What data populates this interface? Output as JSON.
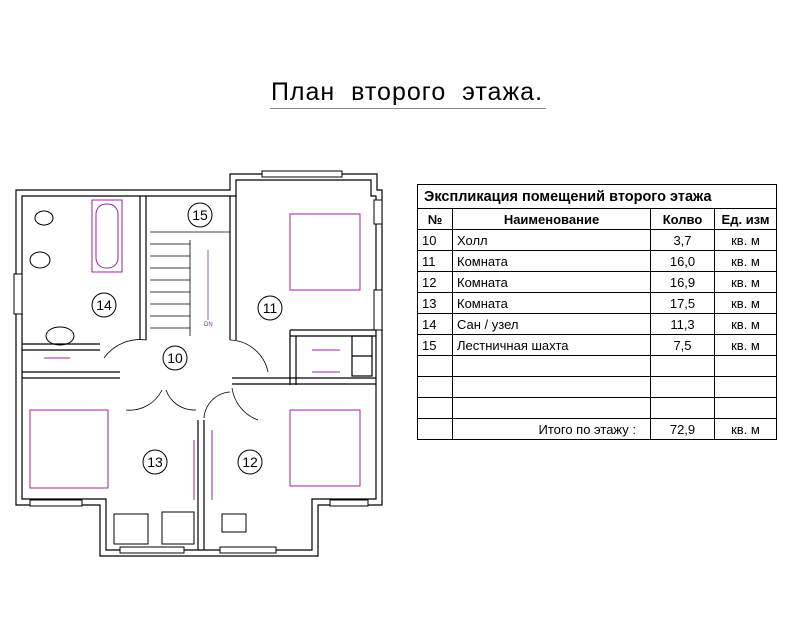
{
  "title": "План  второго  этажа.",
  "rooms": [
    {
      "id": "14",
      "label": "14"
    },
    {
      "id": "15",
      "label": "15"
    },
    {
      "id": "11",
      "label": "11"
    },
    {
      "id": "10",
      "label": "10"
    },
    {
      "id": "13",
      "label": "13"
    },
    {
      "id": "12",
      "label": "12"
    }
  ],
  "stair_mark": "DN",
  "table": {
    "caption": "Экспликация помещений второго этажа",
    "headers": {
      "num": "№",
      "name": "Наименование",
      "qty": "Колво",
      "unit": "Ед. изм"
    },
    "rows": [
      {
        "num": "10",
        "name": "Холл",
        "qty": "3,7",
        "unit": "кв. м"
      },
      {
        "num": "11",
        "name": "Комната",
        "qty": "16,0",
        "unit": "кв. м"
      },
      {
        "num": "12",
        "name": "Комната",
        "qty": "16,9",
        "unit": "кв. м"
      },
      {
        "num": "13",
        "name": "Комната",
        "qty": "17,5",
        "unit": "кв. м"
      },
      {
        "num": "14",
        "name": "Сан / узел",
        "qty": "11,3",
        "unit": "кв. м"
      },
      {
        "num": "15",
        "name": "Лестничная шахта",
        "qty": "7,5",
        "unit": "кв. м"
      }
    ],
    "total": {
      "label": "Итого по этажу  :",
      "qty": "72,9",
      "unit": "кв. м"
    }
  },
  "colors": {
    "furniture": "#a020a0",
    "wall": "#000000"
  }
}
